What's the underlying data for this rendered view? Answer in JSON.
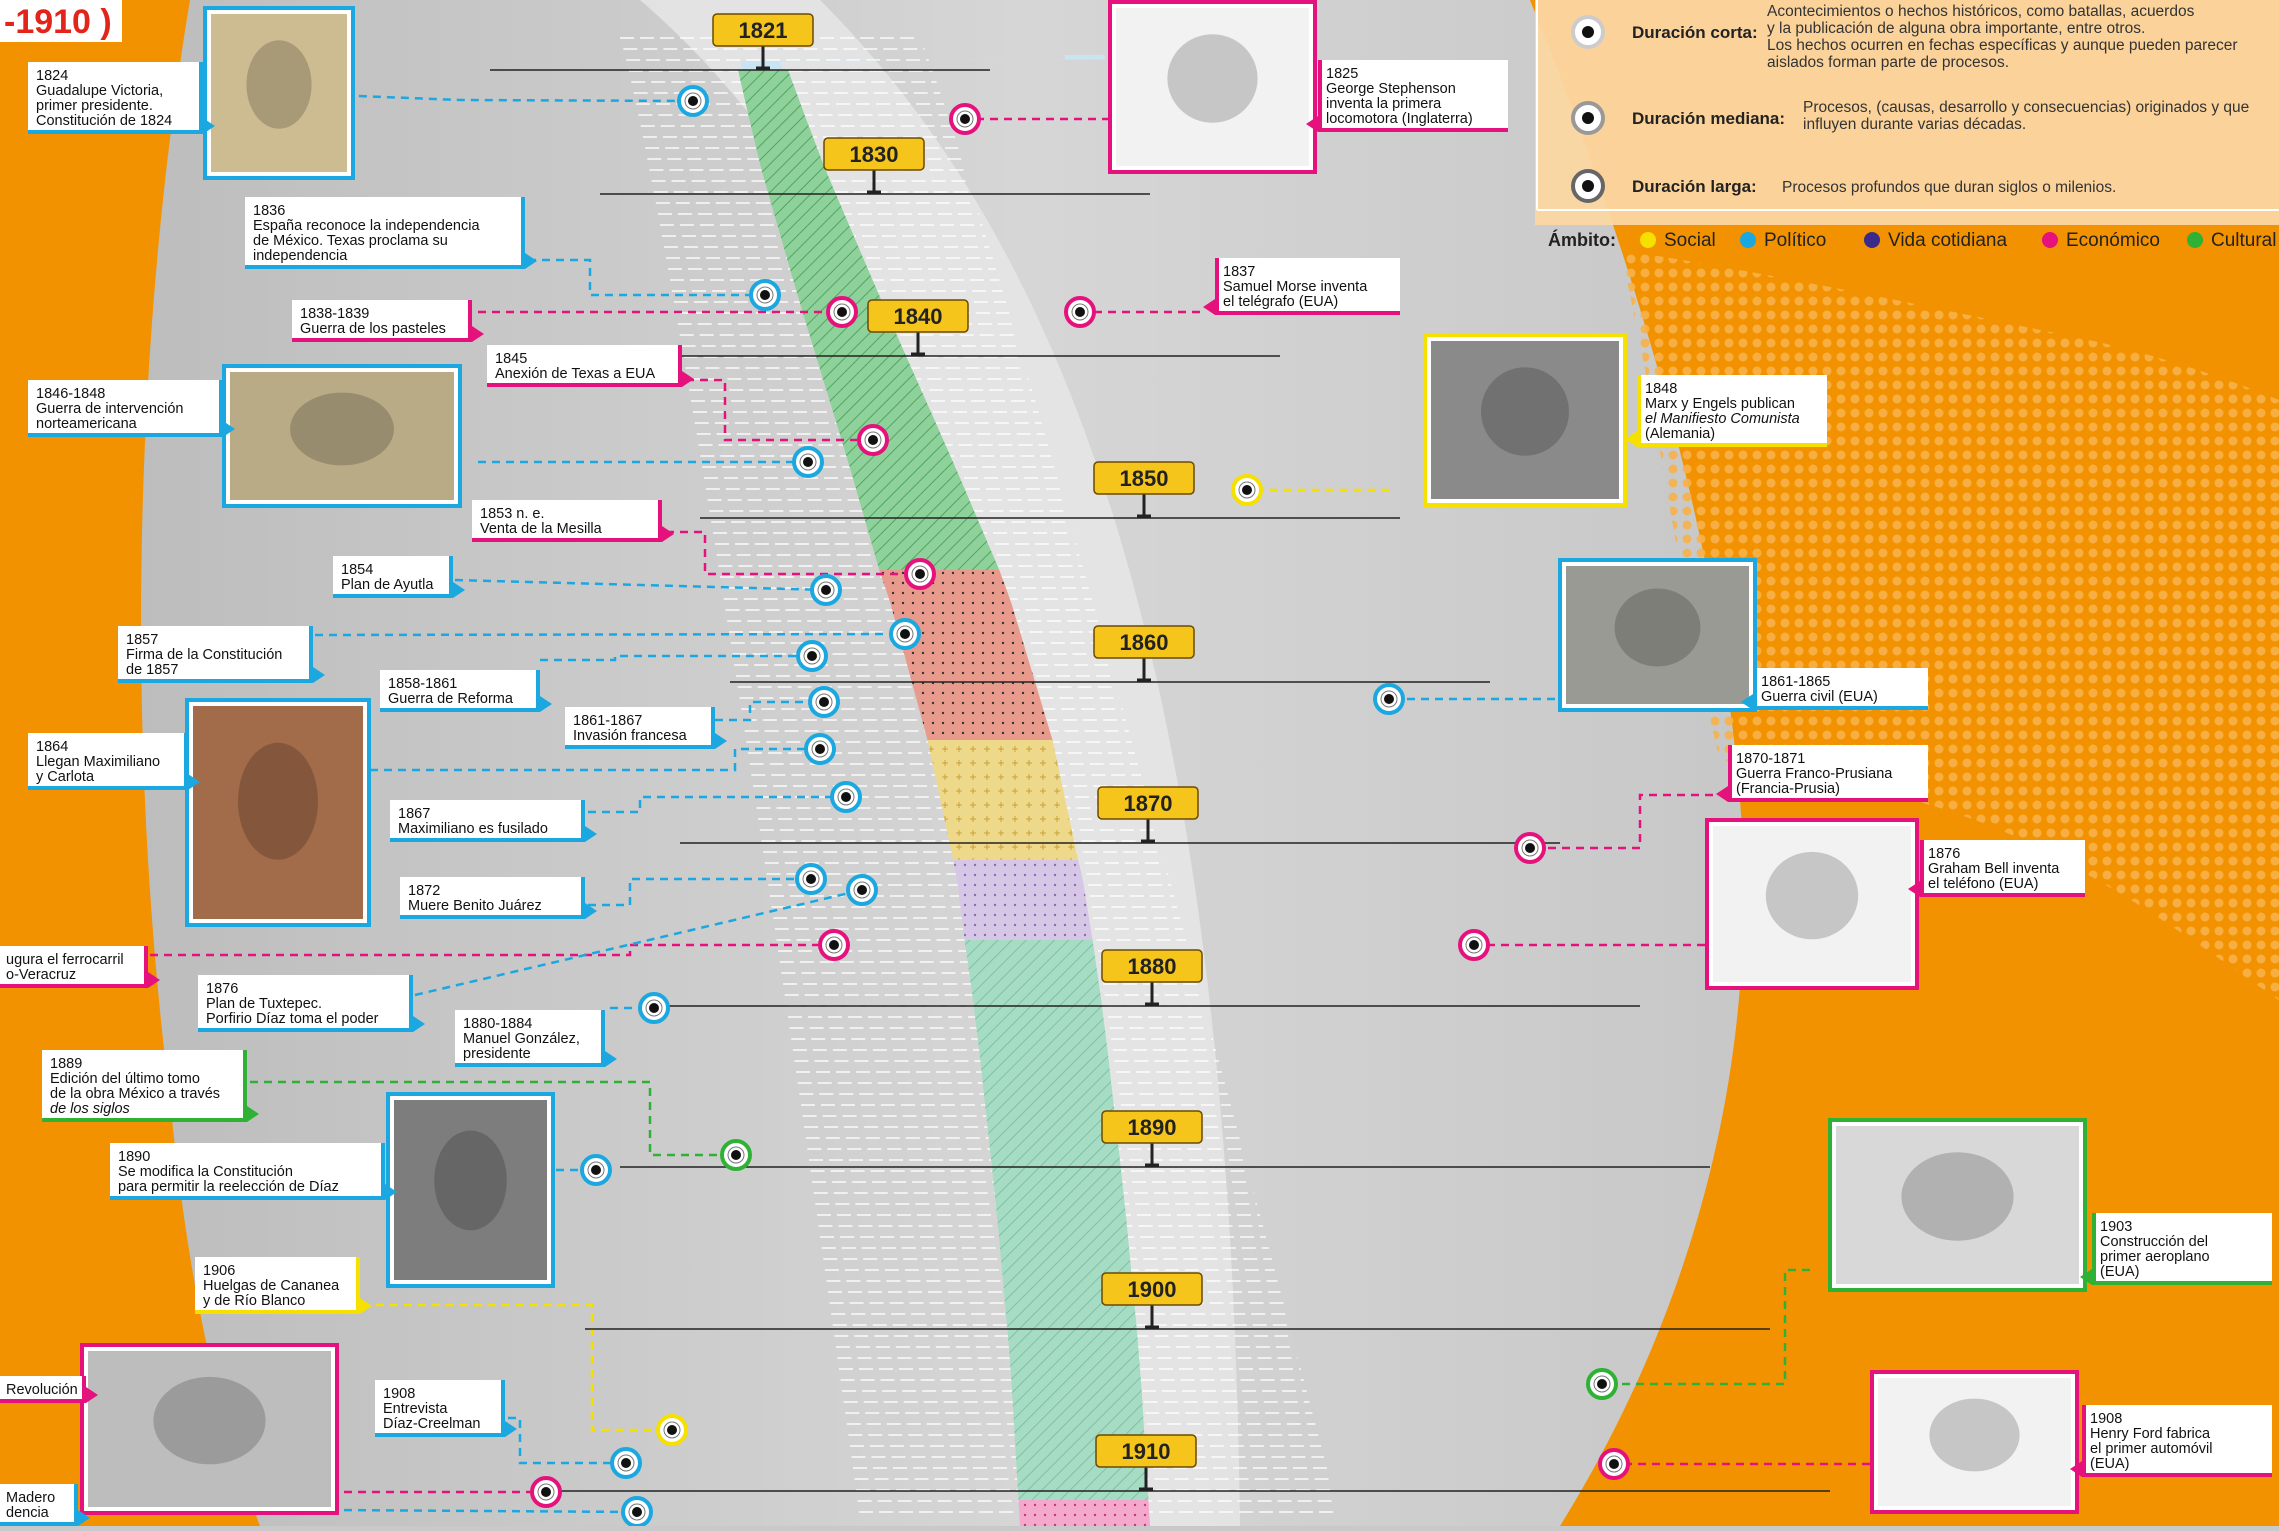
{
  "header": {
    "title": "-1910 )"
  },
  "colors": {
    "social": "#f5e000",
    "politico": "#1ba7e0",
    "vida": "#3a2a8c",
    "economico": "#e5127d",
    "cultural": "#2eb135",
    "orange": "#f39200",
    "year_tag": "#f6c51b"
  },
  "legend": {
    "rows": [
      {
        "label": "Duración corta:",
        "lines": [
          "Acontecimientos o hechos históricos, como batallas, acuerdos",
          "y la publicación de alguna obra importante, entre otros.",
          "Los hechos ocurren en fechas específicas y aunque pueden parecer",
          "aislados forman parte de procesos."
        ]
      },
      {
        "label": "Duración mediana:",
        "lines": [
          "Procesos, (causas, desarrollo y consecuencias) originados y que",
          "influyen durante varias décadas."
        ]
      },
      {
        "label": "Duración larga:",
        "lines": [
          "Procesos profundos que duran siglos o milenios."
        ]
      }
    ],
    "ambito_label": "Ámbito:",
    "ambitos": [
      {
        "name": "Social",
        "color": "#f5e000"
      },
      {
        "name": "Político",
        "color": "#1ba7e0"
      },
      {
        "name": "Vida cotidiana",
        "color": "#3a2a8c"
      },
      {
        "name": "Económico",
        "color": "#e5127d"
      },
      {
        "name": "Cultural",
        "color": "#2eb135"
      }
    ]
  },
  "years": [
    "1821",
    "1830",
    "1840",
    "1850",
    "1860",
    "1870",
    "1880",
    "1890",
    "1900",
    "1910"
  ],
  "events": [
    {
      "id": "e1824",
      "lines": [
        "1824",
        "Guadalupe Victoria,",
        "primer presidente.",
        "Constitución de 1824"
      ],
      "color": "#1ba7e0"
    },
    {
      "id": "e1825",
      "lines": [
        "1825",
        "George Stephenson",
        "inventa la primera",
        "locomotora (Inglaterra)"
      ],
      "color": "#e5127d"
    },
    {
      "id": "e1836",
      "lines": [
        "1836",
        "España reconoce la independencia",
        "de México. Texas proclama su",
        "independencia"
      ],
      "color": "#1ba7e0"
    },
    {
      "id": "e1837",
      "lines": [
        "1837",
        "Samuel Morse inventa",
        "el telégrafo (EUA)"
      ],
      "color": "#e5127d"
    },
    {
      "id": "e1838",
      "lines": [
        "1838-1839",
        "Guerra de los pasteles"
      ],
      "color": "#e5127d"
    },
    {
      "id": "e1845",
      "lines": [
        "1845",
        "Anexión de Texas a EUA"
      ],
      "color": "#e5127d"
    },
    {
      "id": "e1846",
      "lines": [
        "1846-1848",
        "Guerra de intervención",
        "norteamericana"
      ],
      "color": "#1ba7e0"
    },
    {
      "id": "e1848",
      "lines": [
        "1848",
        "Marx y Engels publican",
        "el Manifiesto Comunista",
        "(Alemania)"
      ],
      "color": "#f5e000"
    },
    {
      "id": "e1853",
      "lines": [
        "1853 n. e.",
        "Venta de la Mesilla"
      ],
      "color": "#e5127d"
    },
    {
      "id": "e1854",
      "lines": [
        "1854",
        "Plan de Ayutla"
      ],
      "color": "#1ba7e0"
    },
    {
      "id": "e1857",
      "lines": [
        "1857",
        "Firma de la Constitución",
        "de 1857"
      ],
      "color": "#1ba7e0"
    },
    {
      "id": "e1858",
      "lines": [
        "1858-1861",
        "Guerra de Reforma"
      ],
      "color": "#1ba7e0"
    },
    {
      "id": "e1861",
      "lines": [
        "1861-1867",
        "Invasión francesa"
      ],
      "color": "#1ba7e0"
    },
    {
      "id": "e1861b",
      "lines": [
        "1861-1865",
        "Guerra civil (EUA)"
      ],
      "color": "#1ba7e0"
    },
    {
      "id": "e1864",
      "lines": [
        "1864",
        "Llegan Maximiliano",
        "y Carlota"
      ],
      "color": "#1ba7e0"
    },
    {
      "id": "e1867",
      "lines": [
        "1867",
        "Maximiliano es fusilado"
      ],
      "color": "#1ba7e0"
    },
    {
      "id": "e1870",
      "lines": [
        "1870-1871",
        "Guerra Franco-Prusiana",
        "(Francia-Prusia)"
      ],
      "color": "#e5127d"
    },
    {
      "id": "e1872",
      "lines": [
        "1872",
        "Muere Benito Juárez"
      ],
      "color": "#1ba7e0"
    },
    {
      "id": "e1873",
      "lines": [
        "ugura el ferrocarril",
        "o-Veracruz"
      ],
      "color": "#e5127d"
    },
    {
      "id": "e1876",
      "lines": [
        "1876",
        "Graham Bell inventa",
        "el teléfono (EUA)"
      ],
      "color": "#e5127d"
    },
    {
      "id": "e1876b",
      "lines": [
        "1876",
        "Plan de Tuxtepec.",
        "Porfirio Díaz toma el poder"
      ],
      "color": "#1ba7e0"
    },
    {
      "id": "e1880",
      "lines": [
        "1880-1884",
        "Manuel González,",
        "presidente"
      ],
      "color": "#1ba7e0"
    },
    {
      "id": "e1889",
      "lines": [
        "1889",
        "Edición del último tomo",
        "de la obra México a través",
        "de los siglos"
      ],
      "color": "#2eb135"
    },
    {
      "id": "e1890",
      "lines": [
        "1890",
        "Se modifica la Constitución",
        "para permitir la reelección de Díaz"
      ],
      "color": "#1ba7e0"
    },
    {
      "id": "e1903",
      "lines": [
        "1903",
        "Construcción del",
        "primer aeroplano",
        "(EUA)"
      ],
      "color": "#2eb135"
    },
    {
      "id": "e1906",
      "lines": [
        "1906",
        "Huelgas de Cananea",
        "y de Río Blanco"
      ],
      "color": "#f5e000"
    },
    {
      "id": "e1908",
      "lines": [
        "1908",
        "Entrevista",
        "Díaz-Creelman"
      ],
      "color": "#1ba7e0"
    },
    {
      "id": "e1908b",
      "lines": [
        "1908",
        "Henry Ford fabrica",
        "el primer automóvil",
        "(EUA)"
      ],
      "color": "#e5127d"
    },
    {
      "id": "erev",
      "lines": [
        "Revolución"
      ],
      "color": "#e5127d"
    },
    {
      "id": "emad",
      "lines": [
        "Madero",
        "dencia"
      ],
      "color": "#1ba7e0"
    }
  ]
}
